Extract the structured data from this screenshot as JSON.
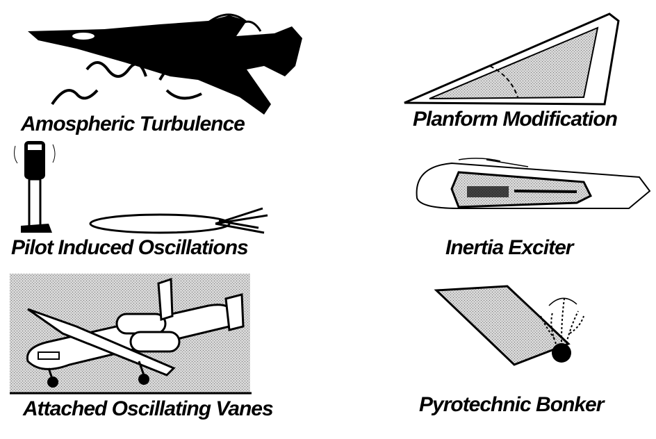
{
  "figure": {
    "captions": {
      "atmospheric": "Amospheric Turbulence",
      "planform": "Planform Modification",
      "pilot": "Pilot Induced Oscillations",
      "inertia": "Inertia Exciter",
      "vanes": "Attached Oscillating Vanes",
      "pyro": "Pyrotechnic Bonker"
    }
  },
  "colors": {
    "ink": "#000000",
    "stipple": "#bdbdbd",
    "paper": "#ffffff"
  }
}
